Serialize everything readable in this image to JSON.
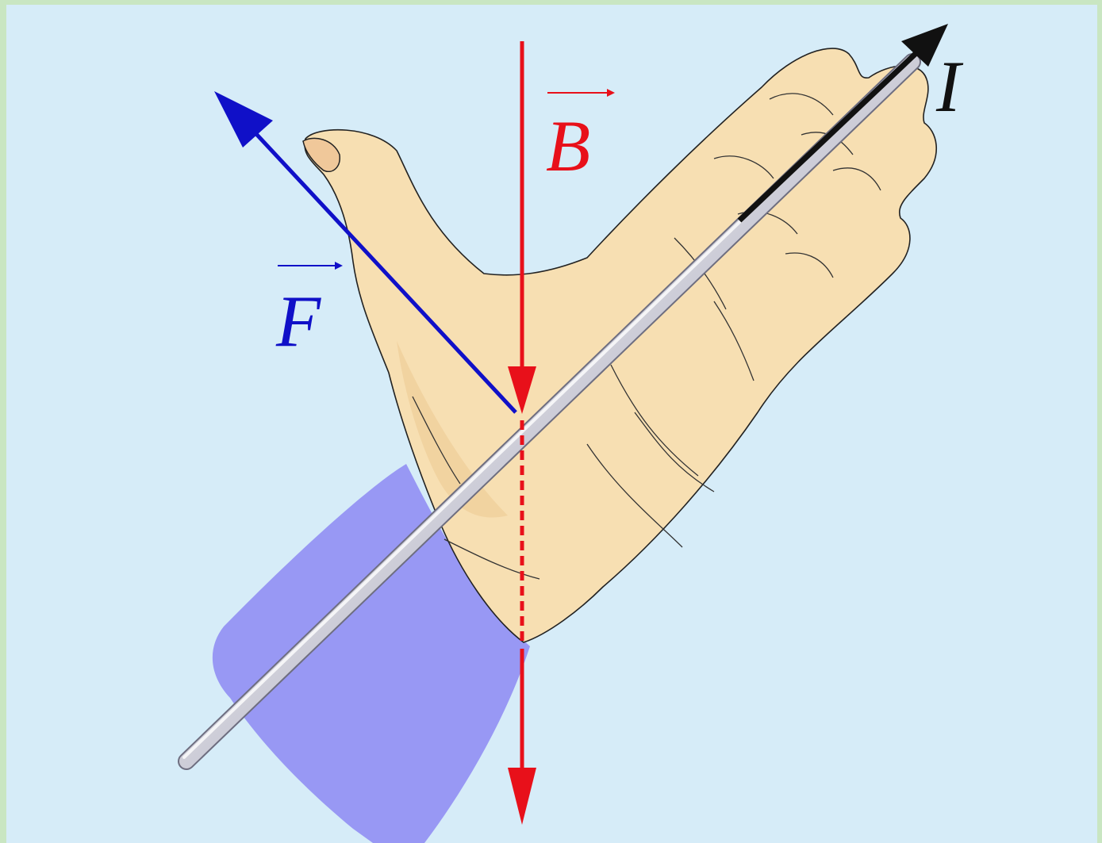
{
  "colors": {
    "background": "#d6ecf8",
    "outer_border": "#c9e6c2",
    "force": "#1010c8",
    "field": "#e8101a",
    "current": "#111111",
    "skin": "#f7dfb2",
    "skin_shadow": "#ecc992",
    "sleeve": "#9898f4",
    "rod": "#c9c9d6"
  },
  "labels": {
    "force": "F",
    "field": "B",
    "current": "I"
  },
  "icons": {
    "hand": "right-hand-icon",
    "conductor": "conductor-rod-icon"
  }
}
